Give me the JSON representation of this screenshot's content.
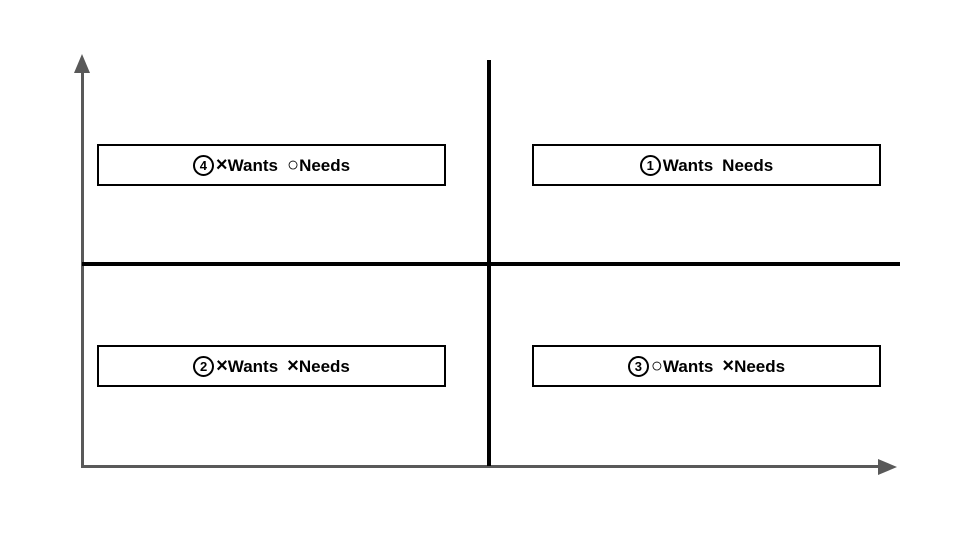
{
  "figure": {
    "type": "quadrant-diagram",
    "background_color": "#ffffff",
    "axis_color": "#595959",
    "divider_color": "#000000",
    "box_border_color": "#000000",
    "text_color": "#000000"
  },
  "quadrants": [
    {
      "position": "top-right",
      "number": "1",
      "wants_mark": "",
      "wants_label": "Wants",
      "needs_mark": "",
      "needs_label": "Needs"
    },
    {
      "position": "bottom-left",
      "number": "2",
      "wants_mark": "×",
      "wants_label": "Wants",
      "needs_mark": "×",
      "needs_label": "Needs"
    },
    {
      "position": "bottom-right",
      "number": "3",
      "wants_mark": "○",
      "wants_label": "Wants",
      "needs_mark": "×",
      "needs_label": "Needs"
    },
    {
      "position": "top-left",
      "number": "4",
      "wants_mark": "×",
      "wants_label": "Wants",
      "needs_mark": "○",
      "needs_label": "Needs"
    }
  ]
}
